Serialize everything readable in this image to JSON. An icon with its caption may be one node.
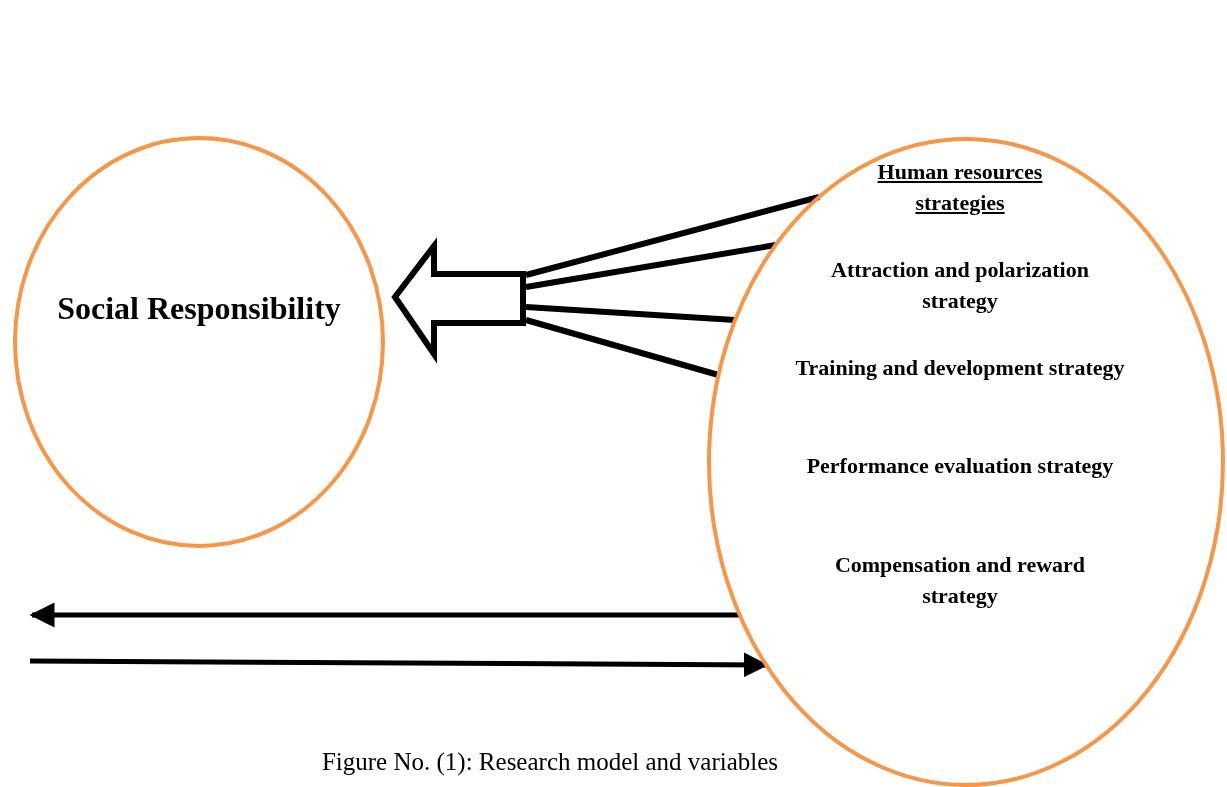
{
  "diagram": {
    "caption": "Figure No. (1): Research model and variables",
    "nodes": [
      {
        "text": [
          "Social Responsibility"
        ]
      },
      {
        "text": [
          "Human resources strategies",
          "Attraction and polarization strategy",
          "Training and development strategy",
          "Performance evaluation strategy",
          "Compensation and reward strategy"
        ]
      },
      {
        "text": [],
        "shape": "arrow"
      }
    ],
    "edges": [
      {
        "from": 1,
        "to": 2,
        "arrow": "none"
      },
      {
        "from": 1,
        "to": 2,
        "arrow": "none"
      },
      {
        "from": 1,
        "to": 2,
        "arrow": "none"
      },
      {
        "from": 1,
        "to": 2,
        "arrow": "none"
      },
      {
        "from": 1,
        "to": null,
        "arrow": "to"
      },
      {
        "from": null,
        "to": 1,
        "arrow": "to"
      }
    ]
  }
}
